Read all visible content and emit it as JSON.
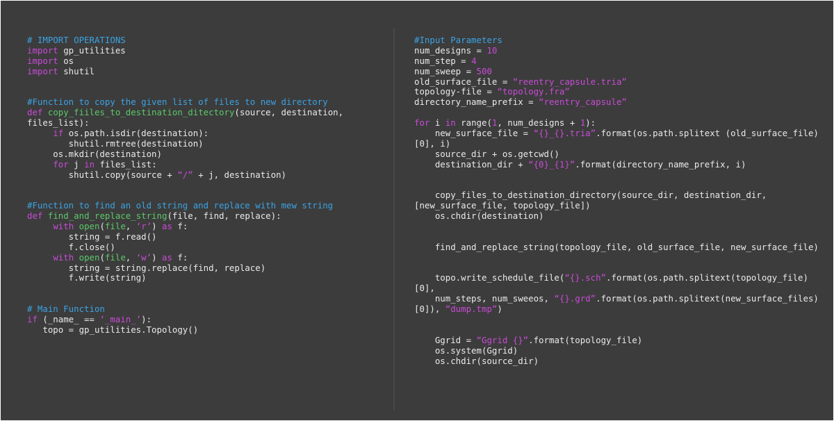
{
  "colors": {
    "background": "#3c3c3c",
    "default_text": "#eaeaea",
    "comment": "#3ba3e3",
    "keyword": "#c84bd6",
    "function": "#5cc86a",
    "string": "#c84bd6"
  },
  "left_panel": {
    "lines": [
      [
        {
          "t": "# IMPORT OPERATIONS",
          "c": "comment"
        }
      ],
      [
        {
          "t": "import",
          "c": "kw"
        },
        {
          "t": " gp_utilities",
          "c": ""
        }
      ],
      [
        {
          "t": "import",
          "c": "kw"
        },
        {
          "t": " os",
          "c": ""
        }
      ],
      [
        {
          "t": "import",
          "c": "kw"
        },
        {
          "t": " shutil",
          "c": ""
        }
      ],
      [],
      [],
      [
        {
          "t": "#Function to copy the given list of files to new directory",
          "c": "comment"
        }
      ],
      [
        {
          "t": "def",
          "c": "kw"
        },
        {
          "t": " ",
          "c": ""
        },
        {
          "t": "copy_fiiles_to_destination_ditectory",
          "c": "fn"
        },
        {
          "t": "(source, destination,",
          "c": ""
        }
      ],
      [
        {
          "t": "files_list):",
          "c": ""
        }
      ],
      [
        {
          "t": "     ",
          "c": ""
        },
        {
          "t": "if",
          "c": "kw"
        },
        {
          "t": " os.path.isdir(destination):",
          "c": ""
        }
      ],
      [
        {
          "t": "        shutil.rmtree(destination)",
          "c": ""
        }
      ],
      [
        {
          "t": "     os.mkdir(destination)",
          "c": ""
        }
      ],
      [
        {
          "t": "     ",
          "c": ""
        },
        {
          "t": "for",
          "c": "kw"
        },
        {
          "t": " j ",
          "c": ""
        },
        {
          "t": "in",
          "c": "kw"
        },
        {
          "t": " files_list:",
          "c": ""
        }
      ],
      [
        {
          "t": "        shutil.copy(source + ",
          "c": ""
        },
        {
          "t": "“/”",
          "c": "str"
        },
        {
          "t": " + j, destination)",
          "c": ""
        }
      ],
      [],
      [],
      [
        {
          "t": "#Function to find an old string and replace with mew string",
          "c": "comment"
        }
      ],
      [
        {
          "t": "def",
          "c": "kw"
        },
        {
          "t": " ",
          "c": ""
        },
        {
          "t": "find_and_replace_string",
          "c": "fn"
        },
        {
          "t": "(file, find, replace):",
          "c": ""
        }
      ],
      [
        {
          "t": "     ",
          "c": ""
        },
        {
          "t": "with",
          "c": "kw"
        },
        {
          "t": " ",
          "c": ""
        },
        {
          "t": "open",
          "c": "fn"
        },
        {
          "t": "(",
          "c": ""
        },
        {
          "t": "file",
          "c": "fn"
        },
        {
          "t": ", ",
          "c": ""
        },
        {
          "t": "‘r’",
          "c": "str"
        },
        {
          "t": ") ",
          "c": ""
        },
        {
          "t": "as",
          "c": "kw"
        },
        {
          "t": " f:",
          "c": ""
        }
      ],
      [
        {
          "t": "        string = f.read()",
          "c": ""
        }
      ],
      [
        {
          "t": "        f.close()",
          "c": ""
        }
      ],
      [
        {
          "t": "     ",
          "c": ""
        },
        {
          "t": "with",
          "c": "kw"
        },
        {
          "t": " ",
          "c": ""
        },
        {
          "t": "open",
          "c": "fn"
        },
        {
          "t": "(",
          "c": ""
        },
        {
          "t": "file",
          "c": "fn"
        },
        {
          "t": ", ",
          "c": ""
        },
        {
          "t": "‘w’",
          "c": "str"
        },
        {
          "t": ") ",
          "c": ""
        },
        {
          "t": "as",
          "c": "kw"
        },
        {
          "t": " f:",
          "c": ""
        }
      ],
      [
        {
          "t": "        string = string.replace(find, replace)",
          "c": ""
        }
      ],
      [
        {
          "t": "        f.write(string)",
          "c": ""
        }
      ],
      [],
      [],
      [
        {
          "t": "# Main Function",
          "c": "comment"
        }
      ],
      [
        {
          "t": "if",
          "c": "kw"
        },
        {
          "t": " (_name_ == ",
          "c": ""
        },
        {
          "t": "‘_main_’",
          "c": "str"
        },
        {
          "t": "):",
          "c": ""
        }
      ],
      [
        {
          "t": "   topo = gp_utilities.Topology()",
          "c": ""
        }
      ]
    ]
  },
  "right_panel": {
    "lines": [
      [
        {
          "t": "#Input Parameters",
          "c": "comment"
        }
      ],
      [
        {
          "t": "num_designs = ",
          "c": ""
        },
        {
          "t": "10",
          "c": "num"
        }
      ],
      [
        {
          "t": "num_step = ",
          "c": ""
        },
        {
          "t": "4",
          "c": "num"
        }
      ],
      [
        {
          "t": "num_sweep = ",
          "c": ""
        },
        {
          "t": "500",
          "c": "num"
        }
      ],
      [
        {
          "t": "old_surface_file = ",
          "c": ""
        },
        {
          "t": "“reentry_capsule.tria”",
          "c": "str"
        }
      ],
      [
        {
          "t": "topology-file = ",
          "c": ""
        },
        {
          "t": "“topology.fra”",
          "c": "str"
        }
      ],
      [
        {
          "t": "directory_name_prefix = ",
          "c": ""
        },
        {
          "t": "“reentry_capsule”",
          "c": "str"
        }
      ],
      [],
      [
        {
          "t": "for",
          "c": "kw"
        },
        {
          "t": " i ",
          "c": ""
        },
        {
          "t": "in",
          "c": "kw"
        },
        {
          "t": " range(",
          "c": ""
        },
        {
          "t": "1",
          "c": "num"
        },
        {
          "t": ", num_designs + ",
          "c": ""
        },
        {
          "t": "1",
          "c": "num"
        },
        {
          "t": "):",
          "c": ""
        }
      ],
      [
        {
          "t": "    new_surface_file = ",
          "c": ""
        },
        {
          "t": "“{}_{}.tria”",
          "c": "str"
        },
        {
          "t": ".format(os.path.splitext (old_surface_file)",
          "c": ""
        }
      ],
      [
        {
          "t": "[0], i)",
          "c": ""
        }
      ],
      [
        {
          "t": "    source_dir + os.getcwd()",
          "c": ""
        }
      ],
      [
        {
          "t": "    destination_dir + ",
          "c": ""
        },
        {
          "t": "“{0}_{1}”",
          "c": "str"
        },
        {
          "t": ".format(directory_name_prefix, i)",
          "c": ""
        }
      ],
      [],
      [],
      [
        {
          "t": "    copy_files_to_destination_directory(source_dir, destination_dir,",
          "c": ""
        }
      ],
      [
        {
          "t": "[new_surface_file, topology_file])",
          "c": ""
        }
      ],
      [
        {
          "t": "    os.chdir(destination)",
          "c": ""
        }
      ],
      [],
      [],
      [
        {
          "t": "    find_and_replace_string(topology_file, old_surface_file, new_surface_file)",
          "c": ""
        }
      ],
      [],
      [],
      [
        {
          "t": "    topo.write_schedule_file(",
          "c": ""
        },
        {
          "t": "“{}.sch”",
          "c": "str"
        },
        {
          "t": ".format(os.path.splitext(topology_file)",
          "c": ""
        }
      ],
      [
        {
          "t": "[0],",
          "c": ""
        }
      ],
      [
        {
          "t": "    num_steps, num_sweeos, ",
          "c": ""
        },
        {
          "t": "“{}.grd”",
          "c": "str"
        },
        {
          "t": ".format(os.path.splitext(new_surface_files)",
          "c": ""
        }
      ],
      [
        {
          "t": "[0]), ",
          "c": ""
        },
        {
          "t": "“dump.tmp”",
          "c": "str"
        },
        {
          "t": ")",
          "c": ""
        }
      ],
      [],
      [],
      [
        {
          "t": "    Ggrid = ",
          "c": ""
        },
        {
          "t": "“Ggrid {}”",
          "c": "str"
        },
        {
          "t": ".format(topology_file)",
          "c": ""
        }
      ],
      [
        {
          "t": "    os.system(Ggrid)",
          "c": ""
        }
      ],
      [
        {
          "t": "    os.chdir(source_dir)",
          "c": ""
        }
      ]
    ]
  }
}
